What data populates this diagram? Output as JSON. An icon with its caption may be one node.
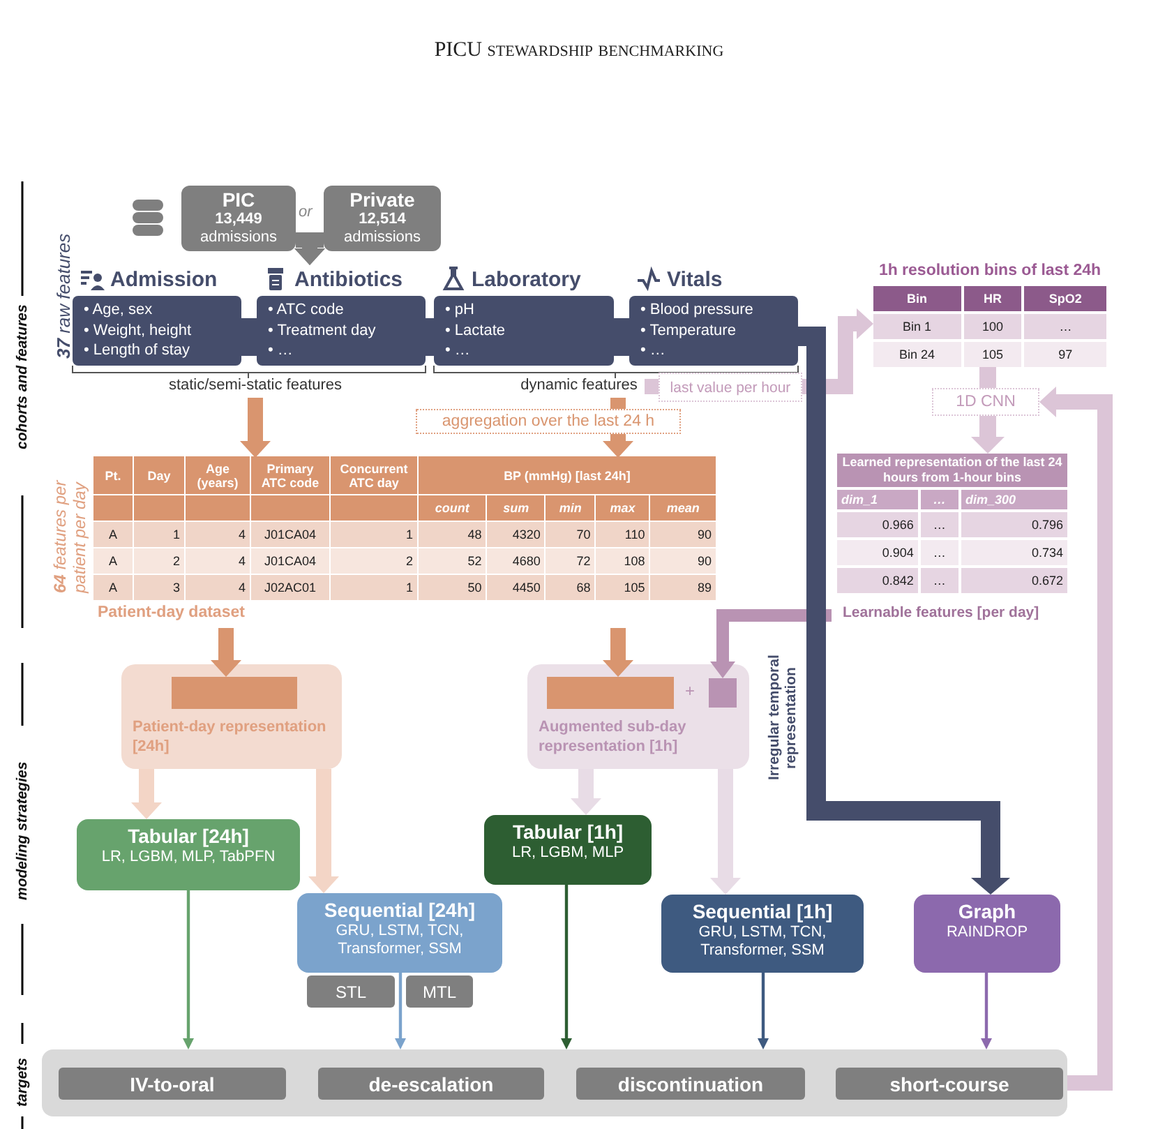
{
  "diagram": {
    "title": "PICU stewardship benchmarking",
    "nodes": [
      {
        "text": [
          "PIC",
          "**13,449** admissions"
        ]
      },
      {
        "text": [
          "Private",
          "**12,514** admissions"
        ]
      },
      {
        "text": [
          "Admission",
          "• Age, sex",
          "• Weight, height",
          "• Length of stay"
        ]
      },
      {
        "text": [
          "Antibiotics",
          "• ATC code",
          "• Treatment day",
          "• …"
        ]
      },
      {
        "text": [
          "Laboratory",
          "• pH",
          "• Lactate",
          "• …"
        ]
      },
      {
        "text": [
          "Vitals",
          "• Blood pressure",
          "• Temperature",
          "• …"
        ]
      },
      {
        "text": [
          "static/semi-static features"
        ]
      },
      {
        "text": [
          "dynamic features"
        ]
      },
      {
        "text": [
          "aggregation over the last 24 h"
        ]
      },
      {
        "text": [
          "last value per hour"
        ]
      },
      {
        "text": [
          "Patient-day dataset"
        ]
      },
      {
        "text": [
          "1h resolution bins of last 24h"
        ]
      },
      {
        "text": [
          "1D CNN"
        ]
      },
      {
        "text": [
          "Learned representation of the last 24 hours from 1-hour bins"
        ],
        "beside": [
          "Learnable features [per day]"
        ]
      },
      {
        "text": [
          "Patient-day representation [24h]"
        ]
      },
      {
        "text": [],
        "shape": "bar",
        "in": 14
      },
      {
        "text": [
          "Augmented sub-day representation [1h]"
        ]
      },
      {
        "text": [],
        "shape": "bar",
        "in": 16
      },
      {
        "text": [],
        "shape": "box",
        "in": 16
      },
      {
        "text": [
          "Tabular [24h]",
          "LR, LGBM, MLP, TabPFN"
        ]
      },
      {
        "text": [
          "Sequential [24h]",
          "GRU, LSTM, TCN, Transformer, SSM"
        ]
      },
      {
        "text": [
          "STL"
        ]
      },
      {
        "text": [
          "MTL"
        ]
      },
      {
        "text": [
          "Tabular [1h]",
          "LR, LGBM, MLP"
        ]
      },
      {
        "text": [
          "Sequential [1h]",
          "GRU, LSTM, TCN, Transformer, SSM"
        ]
      },
      {
        "text": [
          "Graph",
          "RAINDROP"
        ]
      },
      {
        "text": [],
        "shape": "box"
      },
      {
        "text": [
          "IV-to-oral"
        ],
        "in": 26
      },
      {
        "text": [
          "de-escalation"
        ],
        "in": 26
      },
      {
        "text": [
          "discontinuation"
        ],
        "in": 26
      },
      {
        "text": [
          "short-course"
        ],
        "in": 26
      }
    ],
    "edges": [
      {
        "from": 0,
        "to": 3,
        "arrow": "to",
        "color": "#7f7f7f"
      },
      {
        "from": 1,
        "to": 3,
        "arrow": "to",
        "color": "#7f7f7f"
      },
      {
        "from": 6,
        "to": 10,
        "arrow": "to",
        "color": "#d9956f"
      },
      {
        "from": 7,
        "to": 8,
        "arrow": "none",
        "color": "#d9956f"
      },
      {
        "from": 8,
        "to": 10,
        "arrow": "to",
        "color": "#d9956f"
      },
      {
        "from": 7,
        "to": 9,
        "arrow": "none",
        "color": "#dcc5d7"
      },
      {
        "from": 9,
        "to": 11,
        "arrow": "to",
        "color": "#dcc5d7"
      },
      {
        "from": 11,
        "to": 12,
        "arrow": "none",
        "color": "#dcc5d7"
      },
      {
        "from": 12,
        "to": 13,
        "arrow": "to",
        "color": "#dcc5d7"
      },
      {
        "from": 13,
        "to": 18,
        "arrow": "to",
        "color": "#b993b3"
      },
      {
        "from": 10,
        "to": 15,
        "arrow": "to",
        "color": "#d9956f"
      },
      {
        "from": 10,
        "to": 17,
        "arrow": "to",
        "color": "#d9956f"
      },
      {
        "from": 14,
        "to": 19,
        "arrow": "to",
        "color": "#f3d5c6"
      },
      {
        "from": 14,
        "to": 20,
        "arrow": "to",
        "color": "#f3d5c6"
      },
      {
        "from": 16,
        "to": 23,
        "arrow": "to",
        "color": "#e8dce6"
      },
      {
        "from": 16,
        "to": 24,
        "arrow": "to",
        "color": "#e8dce6"
      },
      {
        "from": 5,
        "to": 25,
        "arrow": "to",
        "color": "#454d6b",
        "label": "Irregular temporal representation"
      },
      {
        "from": 19,
        "to": 26,
        "arrow": "to",
        "color": "#67a36d"
      },
      {
        "from": 20,
        "to": 26,
        "arrow": "to",
        "color": "#7ba3cc"
      },
      {
        "from": 23,
        "to": 26,
        "arrow": "to",
        "color": "#2d5e32"
      },
      {
        "from": 24,
        "to": 26,
        "arrow": "to",
        "color": "#3e5a80"
      },
      {
        "from": 25,
        "to": 26,
        "arrow": "to",
        "color": "#8c69ad"
      },
      {
        "from": 26,
        "to": 12,
        "arrow": "to",
        "color": "#dcc5d7"
      }
    ],
    "labels": [
      "or",
      "cohorts and features",
      "**37** raw features",
      "**64** features per patient per day",
      "modeling strategies",
      "targets",
      "+",
      "Bin",
      "HR",
      "SpO2",
      "Bin 1",
      "100",
      "…",
      "Bin 24",
      "105",
      "97",
      "dim_1",
      "…",
      "dim_300",
      "0.966",
      "…",
      "0.796",
      "0.904",
      "…",
      "0.734",
      "0.842",
      "…",
      "0.672",
      "Pt.",
      "Day",
      "Age (years)",
      "Primary ATC code",
      "Concurrent ATC day",
      "BP (mmHg) [last 24h]",
      "count",
      "sum",
      "min",
      "max",
      "mean",
      "A",
      "1",
      "4",
      "J01CA04",
      "1",
      "48",
      "4320",
      "70",
      "110",
      "90",
      "A",
      "2",
      "4",
      "J01CA04",
      "2",
      "52",
      "4680",
      "72",
      "108",
      "90",
      "A",
      "3",
      "4",
      "J02AC01",
      "1",
      "50",
      "4450",
      "68",
      "105",
      "89"
    ]
  }
}
